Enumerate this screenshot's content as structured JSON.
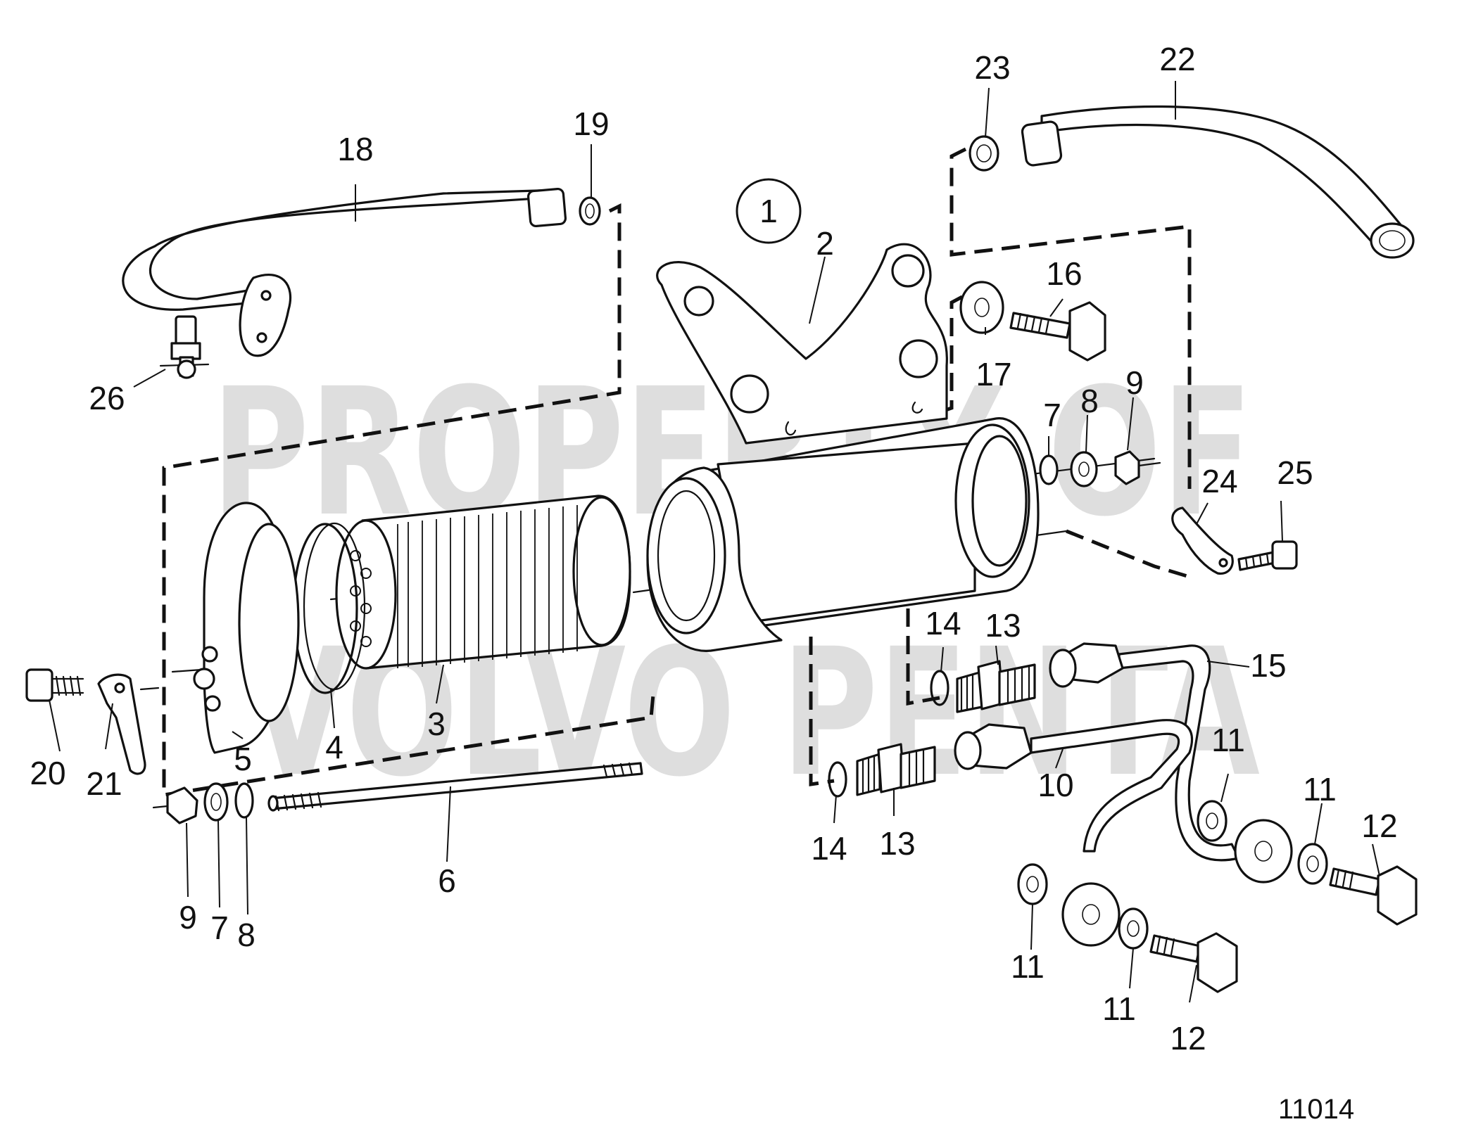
{
  "diagram": {
    "document_number": "11014",
    "group_marker": "1",
    "watermark": [
      "PROPERTY OF",
      "VOLVO PENTA"
    ],
    "callouts": [
      {
        "id": "c2",
        "text": "2"
      },
      {
        "id": "c3",
        "text": "3"
      },
      {
        "id": "c4",
        "text": "4"
      },
      {
        "id": "c5",
        "text": "5"
      },
      {
        "id": "c6",
        "text": "6"
      },
      {
        "id": "c7a",
        "text": "7"
      },
      {
        "id": "c7b",
        "text": "7"
      },
      {
        "id": "c8a",
        "text": "8"
      },
      {
        "id": "c8b",
        "text": "8"
      },
      {
        "id": "c9a",
        "text": "9"
      },
      {
        "id": "c9b",
        "text": "9"
      },
      {
        "id": "c10",
        "text": "10"
      },
      {
        "id": "c11a",
        "text": "11"
      },
      {
        "id": "c11b",
        "text": "11"
      },
      {
        "id": "c11c",
        "text": "11"
      },
      {
        "id": "c11d",
        "text": "11"
      },
      {
        "id": "c12a",
        "text": "12"
      },
      {
        "id": "c12b",
        "text": "12"
      },
      {
        "id": "c13a",
        "text": "13"
      },
      {
        "id": "c13b",
        "text": "13"
      },
      {
        "id": "c14a",
        "text": "14"
      },
      {
        "id": "c14b",
        "text": "14"
      },
      {
        "id": "c15",
        "text": "15"
      },
      {
        "id": "c16",
        "text": "16"
      },
      {
        "id": "c17",
        "text": "17"
      },
      {
        "id": "c18",
        "text": "18"
      },
      {
        "id": "c19",
        "text": "19"
      },
      {
        "id": "c20",
        "text": "20"
      },
      {
        "id": "c21",
        "text": "21"
      },
      {
        "id": "c22",
        "text": "22"
      },
      {
        "id": "c23",
        "text": "23"
      },
      {
        "id": "c24",
        "text": "24"
      },
      {
        "id": "c25",
        "text": "25"
      },
      {
        "id": "c26",
        "text": "26"
      }
    ]
  }
}
